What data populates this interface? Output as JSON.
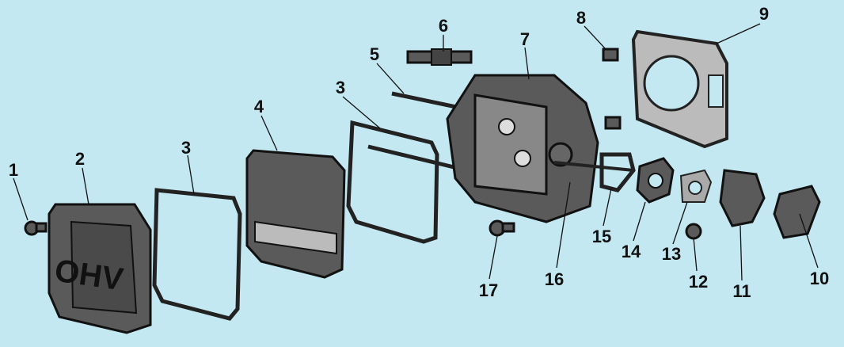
{
  "diagram": {
    "background": "#c4e8f2",
    "cover_text": "OHV",
    "callouts": [
      {
        "id": "1",
        "label": "1",
        "part": "bolt"
      },
      {
        "id": "2",
        "label": "2",
        "part": "valve-cover"
      },
      {
        "id": "3a",
        "label": "3",
        "part": "cover-gasket"
      },
      {
        "id": "4",
        "label": "4",
        "part": "inner-cover"
      },
      {
        "id": "3b",
        "label": "3",
        "part": "cover-gasket"
      },
      {
        "id": "5",
        "label": "5",
        "part": "stud"
      },
      {
        "id": "6",
        "label": "6",
        "part": "spark-plug"
      },
      {
        "id": "7",
        "label": "7",
        "part": "cylinder-head"
      },
      {
        "id": "8",
        "label": "8",
        "part": "dowel-pin"
      },
      {
        "id": "9",
        "label": "9",
        "part": "head-gasket"
      },
      {
        "id": "10",
        "label": "10",
        "part": "air-filter-gasket"
      },
      {
        "id": "11",
        "label": "11",
        "part": "carburetor"
      },
      {
        "id": "12",
        "label": "12",
        "part": "plug"
      },
      {
        "id": "13",
        "label": "13",
        "part": "carburetor-gasket"
      },
      {
        "id": "14",
        "label": "14",
        "part": "insulator"
      },
      {
        "id": "15",
        "label": "15",
        "part": "intake-gasket"
      },
      {
        "id": "16",
        "label": "16",
        "part": "intake-stud"
      },
      {
        "id": "17",
        "label": "17",
        "part": "head-bolt"
      }
    ]
  }
}
